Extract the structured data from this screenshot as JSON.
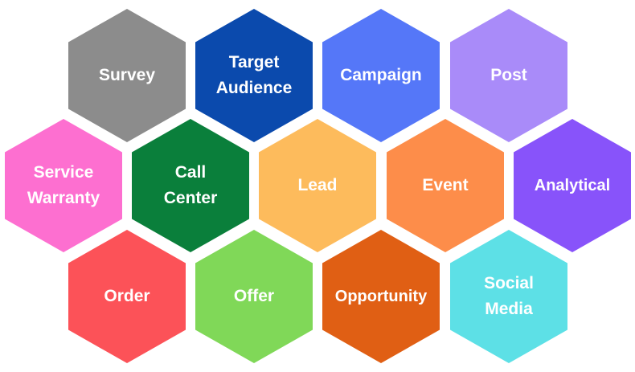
{
  "hexagons": [
    {
      "id": "survey",
      "label": "Survey",
      "color": "#8c8c8c"
    },
    {
      "id": "target-audience",
      "label": "Target\nAudience",
      "color": "#0b4aad"
    },
    {
      "id": "campaign",
      "label": "Campaign",
      "color": "#5577f8"
    },
    {
      "id": "post",
      "label": "Post",
      "color": "#a98bf9"
    },
    {
      "id": "service-warranty",
      "label": "Service\nWarranty",
      "color": "#fd6fd0"
    },
    {
      "id": "call-center",
      "label": "Call\nCenter",
      "color": "#0a7f3b"
    },
    {
      "id": "lead",
      "label": "Lead",
      "color": "#fdbb5c"
    },
    {
      "id": "event",
      "label": "Event",
      "color": "#fd8d4a"
    },
    {
      "id": "analytical",
      "label": "Analytical",
      "color": "#8853fa"
    },
    {
      "id": "order",
      "label": "Order",
      "color": "#fc5258"
    },
    {
      "id": "offer",
      "label": "Offer",
      "color": "#80d858"
    },
    {
      "id": "opportunity",
      "label": "Opportunity",
      "color": "#e05f14"
    },
    {
      "id": "social-media",
      "label": "Social\nMedia",
      "color": "#5de0e6"
    }
  ]
}
